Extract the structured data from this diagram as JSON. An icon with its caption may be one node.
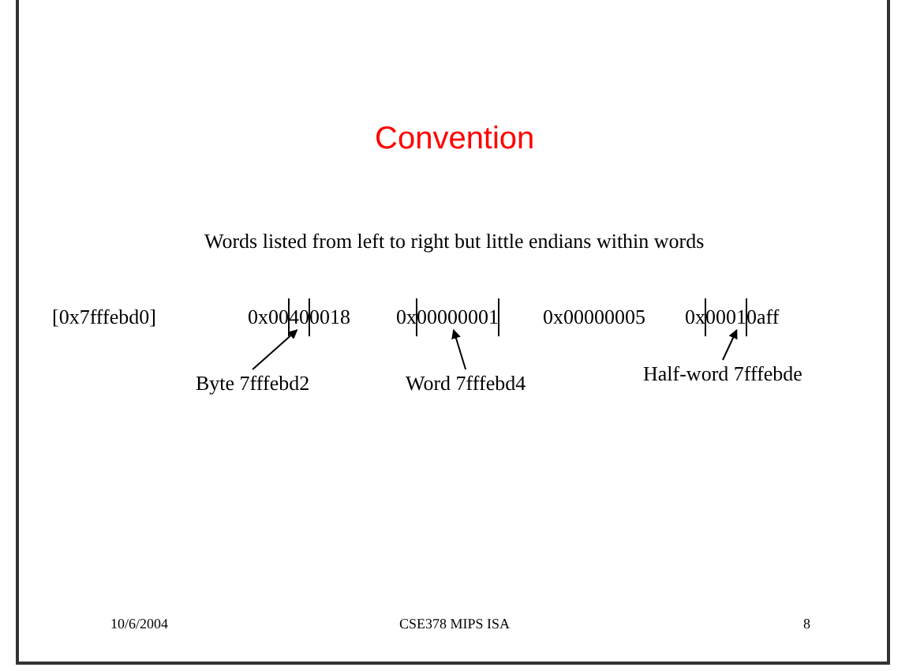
{
  "diagram": {
    "title": "Convention",
    "nodes": [
      {
        "text": [
          "0x00400018"
        ]
      },
      {
        "text": [
          "0x00000001"
        ]
      },
      {
        "text": [
          "0x00010aff"
        ]
      },
      {
        "text": [
          "Byte 7fffebd2"
        ]
      },
      {
        "text": [
          "Word 7fffebd4"
        ]
      },
      {
        "text": [
          "Half-word 7fffebde"
        ]
      }
    ],
    "edges": [
      {
        "from": 3,
        "to": 0,
        "arrow": "to"
      },
      {
        "from": 4,
        "to": 1,
        "arrow": "to"
      },
      {
        "from": 5,
        "to": 2,
        "arrow": "to"
      }
    ],
    "labels": [
      "Words listed from left to right but little endians within words",
      "[0x7fffebd0]",
      "0x00000005",
      "10/6/2004",
      "CSE378 MIPS ISA",
      "8"
    ]
  }
}
